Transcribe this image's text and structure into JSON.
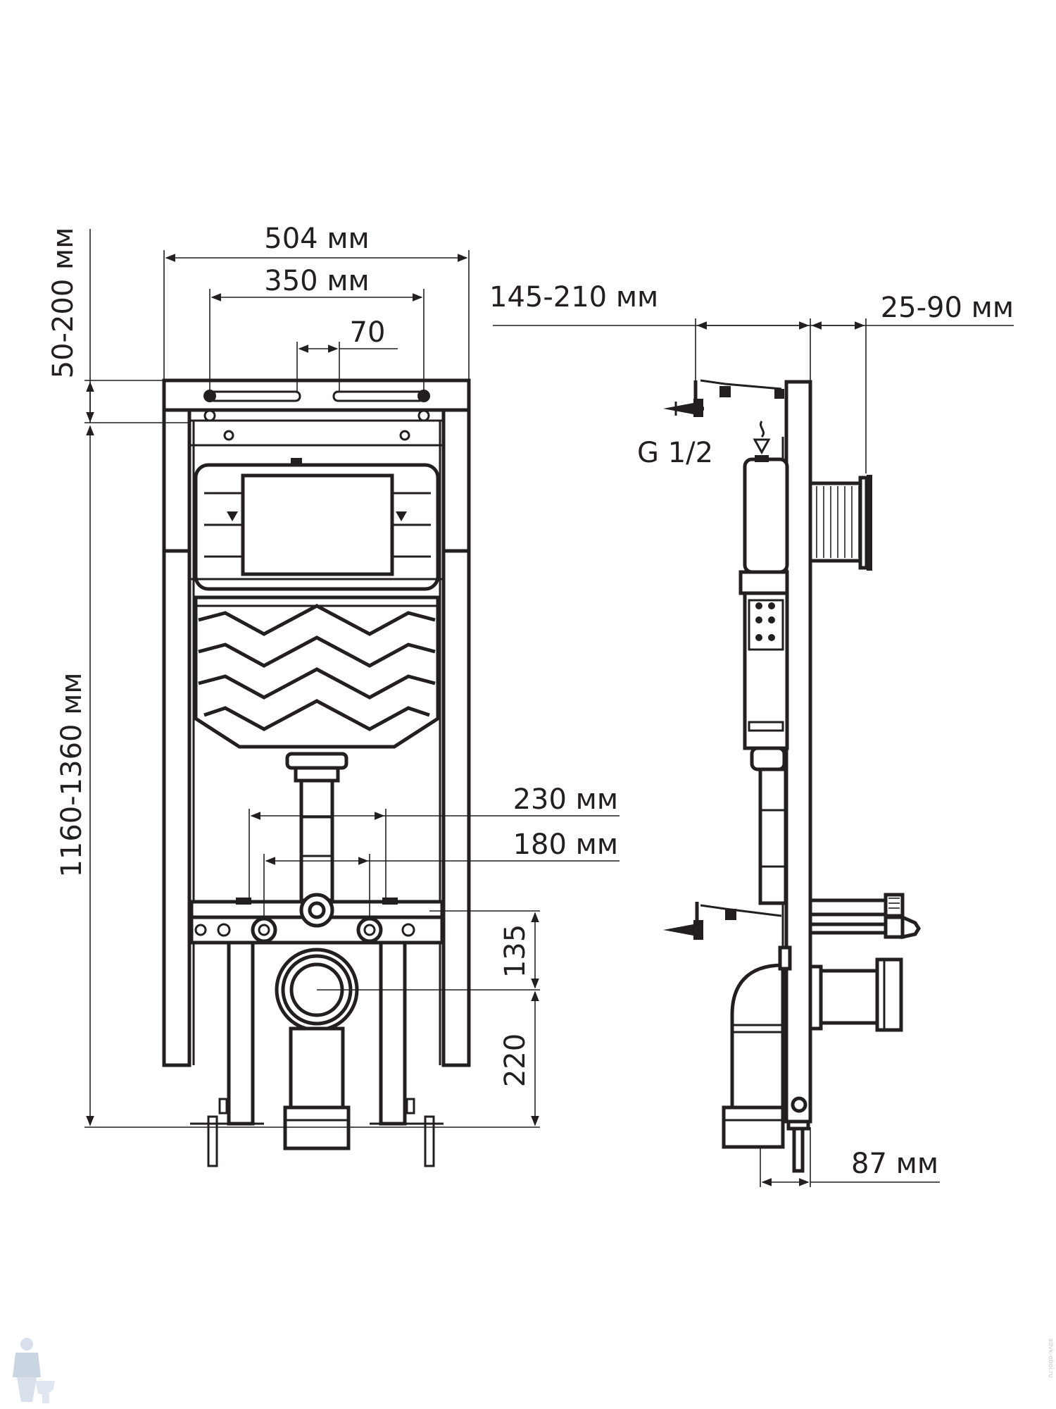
{
  "front_view": {
    "width_total": "504 мм",
    "mount_spacing": "350 мм",
    "mount_slot": "70",
    "top_adjust": "50-200 мм",
    "height_range": "1160-1360 мм",
    "stud_spacing_outer": "230 мм",
    "stud_spacing_inner": "180 мм",
    "dim_135": "135",
    "dim_220": "220"
  },
  "side_view": {
    "depth_range": "145-210 мм",
    "button_depth": "25-90 мм",
    "water_inlet": "G 1/2",
    "pipe_offset": "87 мм"
  },
  "watermark": {
    "logo_icon": "plumber-with-toilet-icon",
    "site_text": "sdvk-oboi.ru"
  }
}
